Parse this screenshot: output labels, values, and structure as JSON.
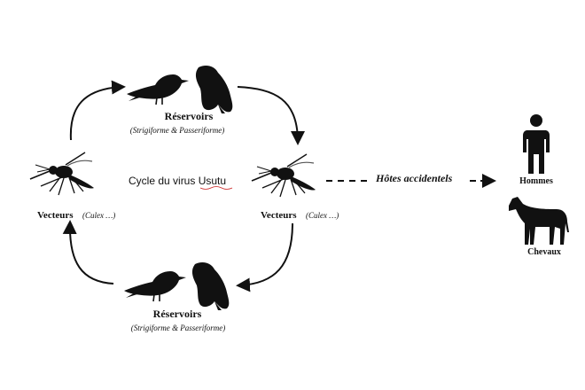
{
  "title": "Cycle du virus Usutu",
  "reservoir_top": {
    "label": "Réservoirs",
    "sublabel": "(Strigiforme & Passeriforme)"
  },
  "reservoir_bottom": {
    "label": "Réservoirs",
    "sublabel": "(Strigiforme & Passeriforme)"
  },
  "vector_left": {
    "label": "Vecteurs",
    "sublabel": "(Culex …)"
  },
  "vector_right": {
    "label": "Vecteurs",
    "sublabel": "(Culex …)"
  },
  "accidental_hosts": {
    "label": "Hôtes accidentels"
  },
  "host_humans": {
    "label": "Hommes",
    "icon": "human-icon"
  },
  "host_horses": {
    "label": "Chevaux",
    "icon": "horse-icon"
  },
  "colors": {
    "ink": "#111111",
    "background": "#ffffff",
    "title_underline": "#cc2222"
  }
}
